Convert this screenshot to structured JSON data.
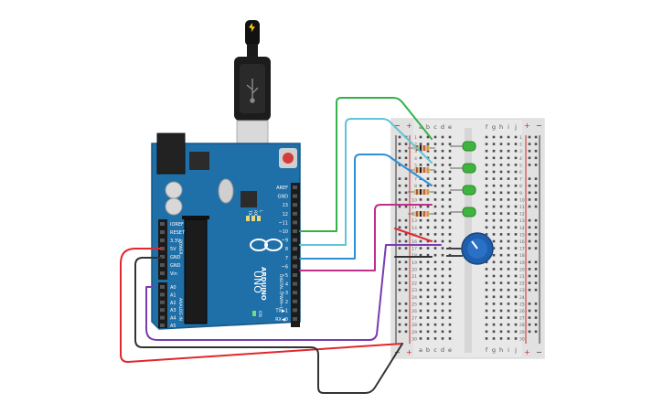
{
  "arduino": {
    "brand": "ARDUINO",
    "model": "UNO",
    "header_digital_label": "DIGITAL (PWM~)",
    "header_power_label": "POWER",
    "header_analog_label": "ANALOG IN",
    "tx_label": "TX",
    "rx_label": "RX",
    "l_label": "L",
    "on_label": "ON",
    "digital_pins": [
      "AREF",
      "GND",
      "13",
      "12",
      "~11",
      "~10",
      "~9",
      "8",
      "7",
      "~6",
      "~5",
      "4",
      "~3",
      "2",
      "TX▶1",
      "RX◀0"
    ],
    "power_pins": [
      "IOREF",
      "RESET",
      "3.3V",
      "5V",
      "GND",
      "GND",
      "Vin"
    ],
    "analog_pins": [
      "A0",
      "A1",
      "A2",
      "A3",
      "A4",
      "A5"
    ]
  },
  "breadboard": {
    "column_letters_left": [
      "a",
      "b",
      "c",
      "d",
      "e"
    ],
    "column_letters_right": [
      "f",
      "g",
      "h",
      "i",
      "j"
    ],
    "rail_minus": "−",
    "rail_plus": "+",
    "row_numbers": [
      "1",
      "2",
      "3",
      "4",
      "5",
      "6",
      "7",
      "8",
      "9",
      "10",
      "11",
      "12",
      "13",
      "14",
      "15",
      "16",
      "17",
      "18",
      "19",
      "20",
      "21",
      "22",
      "23",
      "24",
      "25",
      "26",
      "27",
      "28",
      "29",
      "30"
    ]
  },
  "components": {
    "led_color": "#3fb33f",
    "resistor_count": 4,
    "led_count": 4,
    "potentiometer_color": "#1f5fb0"
  },
  "wires": {
    "colors": {
      "green": "#33b24a",
      "cyan": "#5fc4d6",
      "blue": "#2f8fd6",
      "magenta": "#c0308a",
      "purple": "#7a3bb0",
      "red": "#e0272c",
      "black": "#333333"
    }
  }
}
